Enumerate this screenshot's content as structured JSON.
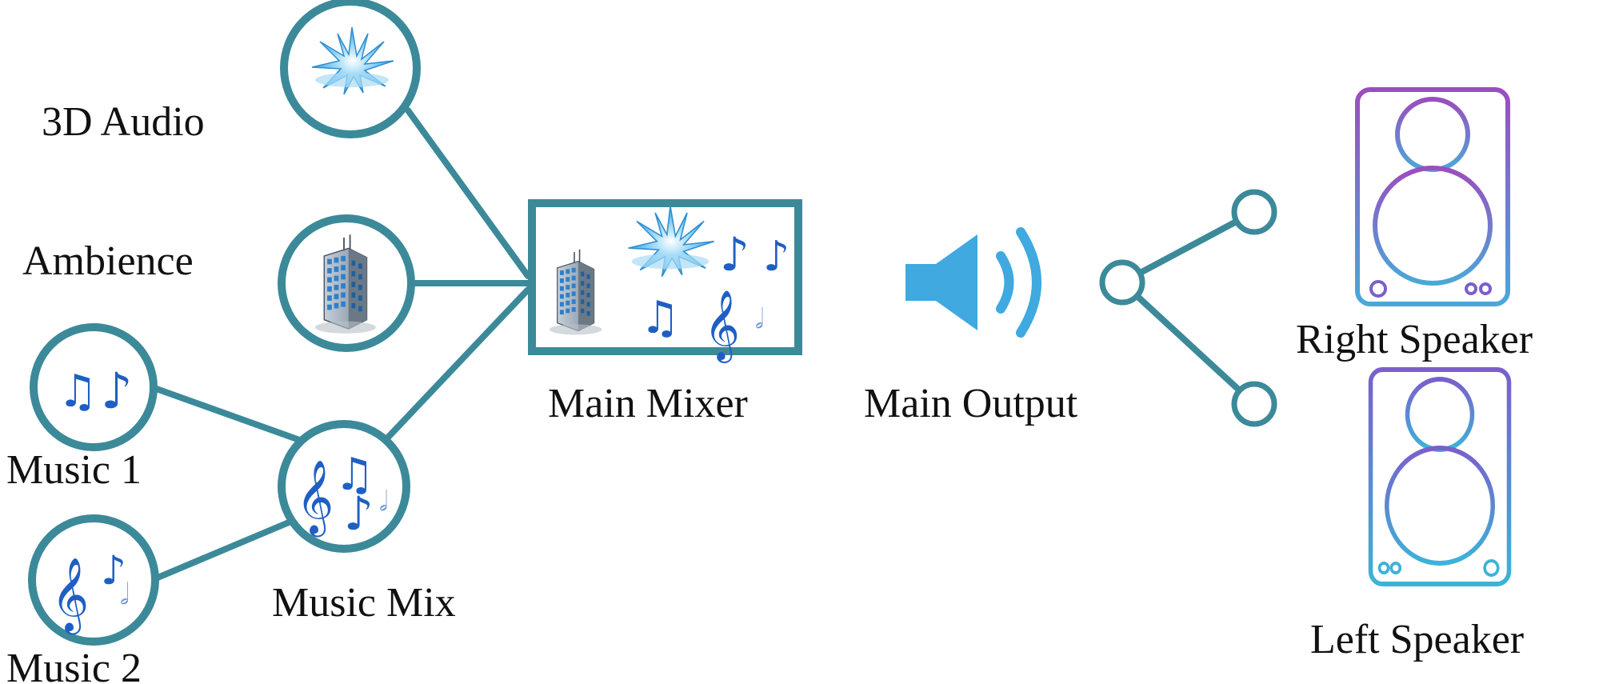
{
  "labels": {
    "audio3d": "3D Audio",
    "ambience": "Ambience",
    "music1": "Music 1",
    "music2": "Music 2",
    "music_mix": "Music Mix",
    "main_mixer": "Main Mixer",
    "main_output": "Main Output",
    "right_speaker": "Right Speaker",
    "left_speaker": "Left Speaker"
  },
  "icons": {
    "audio3d": "burst-icon",
    "ambience": "building-icon",
    "music1": "music-notes-icon",
    "music2": "treble-clef-icon",
    "music_mix": "music-mix-icon",
    "main_output": "speaker-volume-icon",
    "split": "split-node-icon",
    "speaker": "loudspeaker-icon"
  },
  "colors": {
    "connector": "#3c8a99",
    "output_icon": "#3fa9e0",
    "note_blue": "#1f5fc4",
    "speaker_top": "#9b4dbf",
    "speaker_bottom": "#4aa8d8"
  }
}
